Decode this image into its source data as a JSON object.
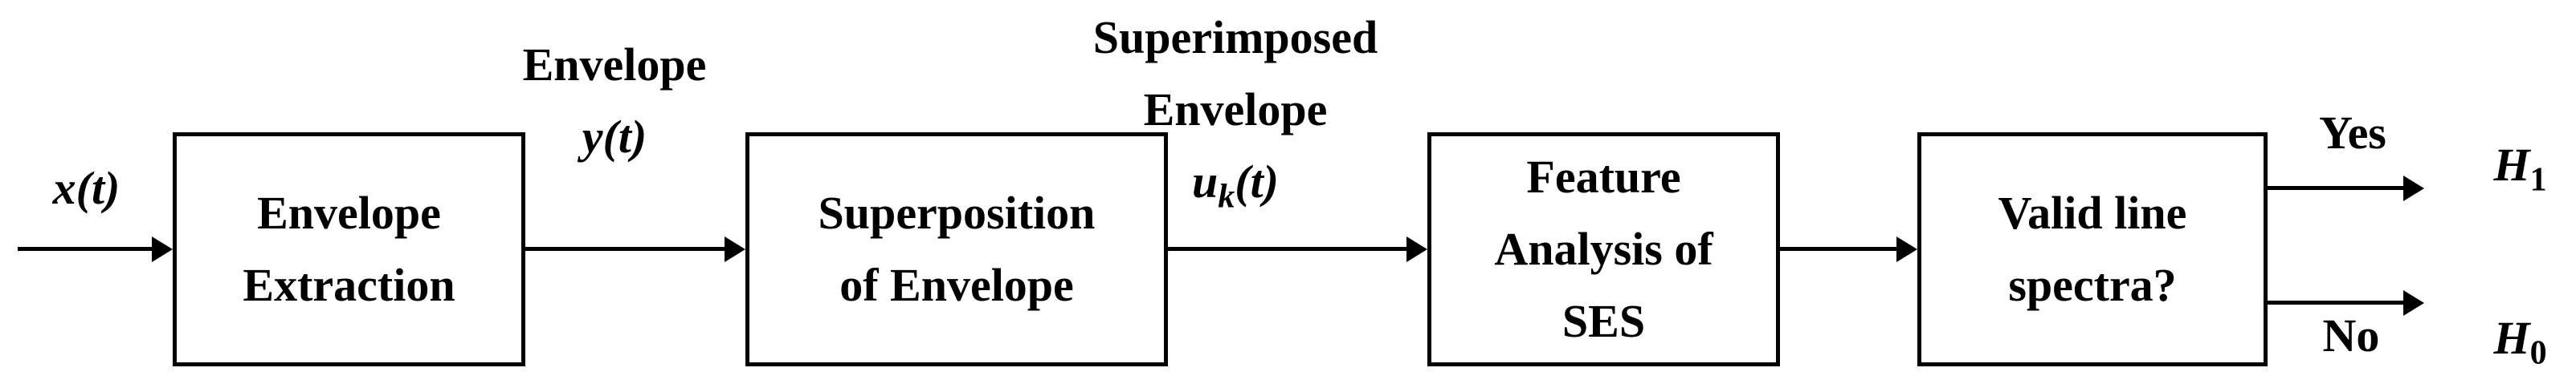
{
  "colors": {
    "ink": "#000000",
    "paper": "#ffffff"
  },
  "signals": {
    "input": "x(t)",
    "envelope_label_line1": "Envelope",
    "envelope_label_line2": "y(t)",
    "superimposed_line1": "Superimposed",
    "superimposed_line2": "Envelope",
    "superimposed_var": "u",
    "superimposed_sub": "k",
    "superimposed_args": "(t)"
  },
  "boxes": [
    {
      "id": "envelope-extraction",
      "lines": [
        "Envelope",
        "Extraction"
      ]
    },
    {
      "id": "superposition-of-envelope",
      "lines": [
        "Superposition",
        "of Envelope"
      ]
    },
    {
      "id": "feature-analysis-of-ses",
      "lines": [
        "Feature",
        "Analysis of",
        "SES"
      ]
    },
    {
      "id": "valid-line-spectra",
      "lines": [
        "Valid line",
        "spectra?"
      ]
    }
  ],
  "outputs": {
    "yes_label": "Yes",
    "no_label": "No",
    "h1_base": "H",
    "h1_sub": "1",
    "h0_base": "H",
    "h0_sub": "0"
  }
}
